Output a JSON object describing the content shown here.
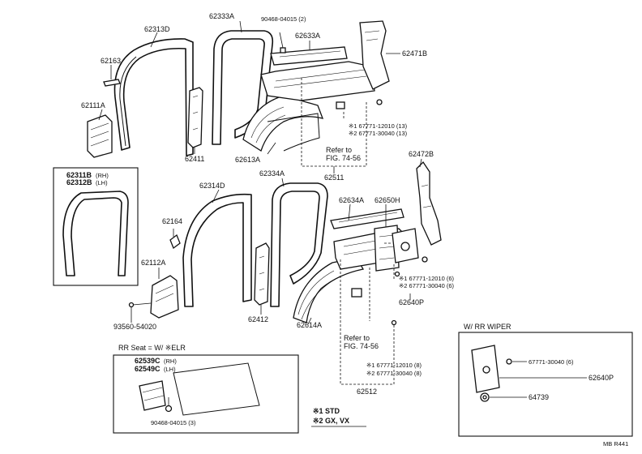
{
  "parts": {
    "p62313D": "62313D",
    "p62333A": "62333A",
    "p90468_04015_2": "90468-04015 (2)",
    "p62633A": "62633A",
    "p62471B": "62471B",
    "p62163": "62163",
    "p62111A": "62111A",
    "p62411": "62411",
    "p62613A": "62613A",
    "p62511": "62511",
    "p62311B": "62311B",
    "p62311B_side": "(RH)",
    "p62312B": "62312B",
    "p62312B_side": "(LH)",
    "p62314D": "62314D",
    "p62334A": "62334A",
    "p62472B": "62472B",
    "p62634A": "62634A",
    "p62650H": "62650H",
    "p62164": "62164",
    "p62112A": "62112A",
    "p93560_54020": "93560-54020",
    "p62412": "62412",
    "p62614A": "62614A",
    "p62640P_a": "62640P",
    "p62512": "62512",
    "p62539C": "62539C",
    "p62539C_side": "(RH)",
    "p62549C": "62549C",
    "p62549C_side": "(LH)",
    "p90468_04015_3": "90468-04015 (3)",
    "p62640P_b": "62640P",
    "p64739": "64739",
    "p67771_30040_6b": "67771-30040 (6)"
  },
  "clip_notes": {
    "upper_1": "※1 67771-12010 (13)",
    "upper_2": "※2 67771-30040 (13)",
    "mid_1": "※1 67771-12010 (6)",
    "mid_2": "※2 67771-30040 (6)",
    "low_1": "※1 67771-12010 (8)",
    "low_2": "※2 67771-30040 (8)"
  },
  "refer": {
    "upper_line1": "Refer to",
    "upper_line2": "FIG. 74-56",
    "lower_line1": "Refer to",
    "lower_line2": "FIG. 74-56"
  },
  "boxes": {
    "rr_seat_title": "RR Seat = W/ ※ELR",
    "rr_wiper_title": "W/ RR WIPER"
  },
  "legend": {
    "line1": "※1 STD",
    "line2": "※2 GX, VX"
  },
  "footer": {
    "ref_code": "MB R441"
  }
}
